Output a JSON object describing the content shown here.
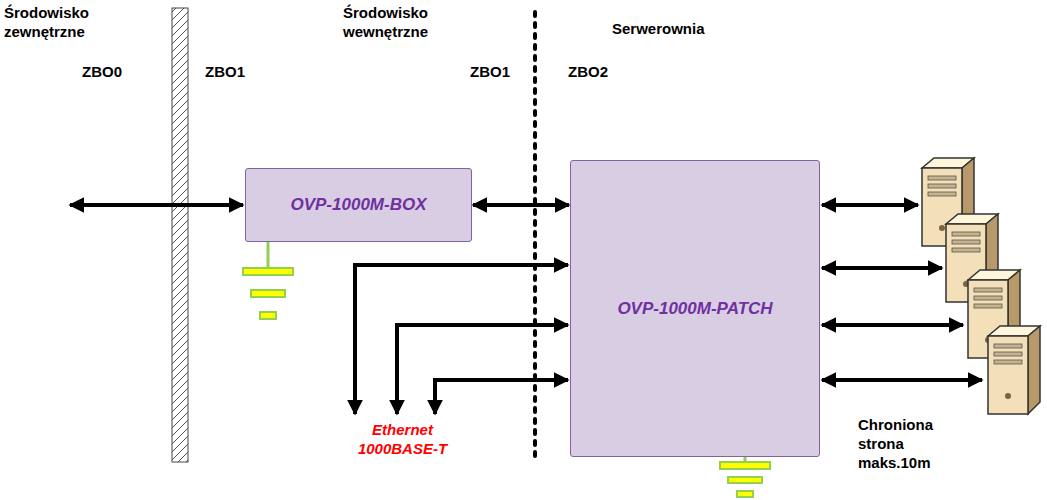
{
  "diagram": {
    "nodes": [
      {
        "text": [
          "OVP-1000M-BOX"
        ]
      },
      {
        "text": [
          "OVP-1000M-PATCH"
        ]
      }
    ],
    "edges": [
      {
        "from": 0,
        "to": 1,
        "arrow": "both"
      }
    ],
    "labels": [
      "Środowisko zewnętrzne",
      "ZBO0",
      "ZBO1",
      "Środowisko wewnętrzne",
      "ZBO1",
      "Serwerownia",
      "ZBO2",
      "Ethernet 1000BASE-T",
      "Chroniona strona maks.10m"
    ]
  }
}
